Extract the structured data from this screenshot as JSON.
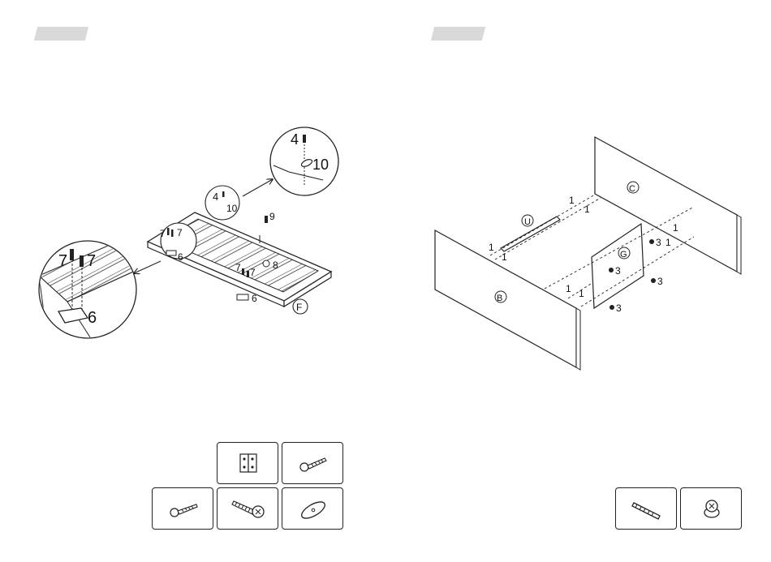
{
  "pages": [
    {
      "id": "left",
      "header_tab": "",
      "panel_label": "F",
      "callouts": {
        "top_detail": {
          "screw": "4",
          "cam": "10"
        },
        "mid_detail": {
          "screw": "4",
          "cam": "10"
        },
        "left_detail": {
          "screw_a": "7",
          "screw_b": "7",
          "bracket": "6"
        },
        "frame": {
          "screw_9": "9",
          "screw_pair_a": "7",
          "screw_pair_b": "7",
          "dowel_8": "8",
          "bracket_left": "6",
          "bracket_right": "6",
          "corner_a": "7",
          "corner_b": "7"
        }
      },
      "hardware": [
        {
          "name": "hinge-bracket",
          "icon": "bracket-icon"
        },
        {
          "name": "long-screw",
          "icon": "screw-icon"
        },
        {
          "name": "short-screw",
          "icon": "screw-icon"
        },
        {
          "name": "large-screw",
          "icon": "screw-icon"
        },
        {
          "name": "cam-plate",
          "icon": "oval-plate-icon"
        }
      ]
    },
    {
      "id": "right",
      "header_tab": "",
      "panels": {
        "B": "B",
        "C": "C",
        "G": "G",
        "U": "U"
      },
      "dowel_labels": [
        "1",
        "1",
        "1",
        "1",
        "1",
        "1",
        "1",
        "1"
      ],
      "cam_labels": [
        "3",
        "3",
        "3",
        "3"
      ],
      "hardware": [
        {
          "name": "dowel",
          "icon": "dowel-icon"
        },
        {
          "name": "cam-lock",
          "icon": "cam-lock-icon"
        }
      ]
    }
  ],
  "colors": {
    "line": "#222222",
    "tab": "#d9d9d9",
    "background": "#ffffff"
  }
}
